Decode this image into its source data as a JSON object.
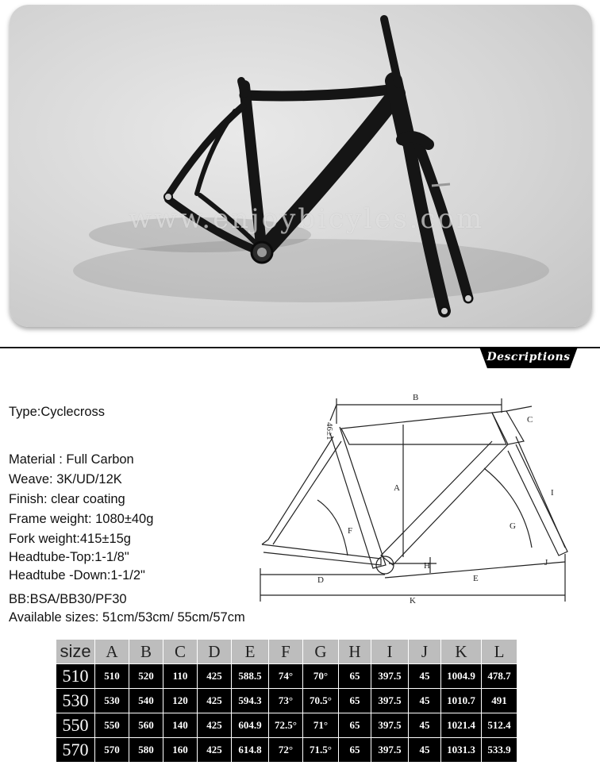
{
  "watermark": "www.enjoybicyles.com",
  "section_tab": "Descriptions",
  "specs": [
    "Type:Cyclecross",
    "Material : Full Carbon",
    "Weave: 3K/UD/12K",
    "Finish: clear coating",
    "Frame weight: 1080±40g",
    "Fork weight:415±15g",
    "Headtube-Top:1-1/8\"",
    "Headtube -Down:1-1/2\"",
    "BB:BSA/BB30/PF30",
    "Available sizes: 51cm/53cm/ 55cm/57cm"
  ],
  "diagram": {
    "labels": {
      "top_offset": "46±1",
      "a": "A",
      "b": "B",
      "c": "C",
      "d": "D",
      "e": "E",
      "f": "F",
      "g": "G",
      "h": "H",
      "i": "I",
      "j": "J",
      "k": "K"
    }
  },
  "table": {
    "headers": [
      "size",
      "A",
      "B",
      "C",
      "D",
      "E",
      "F",
      "G",
      "H",
      "I",
      "J",
      "K",
      "L"
    ],
    "rows": [
      [
        "510",
        "510",
        "520",
        "110",
        "425",
        "588.5",
        "74°",
        "70°",
        "65",
        "397.5",
        "45",
        "1004.9",
        "478.7"
      ],
      [
        "530",
        "530",
        "540",
        "120",
        "425",
        "594.3",
        "73°",
        "70.5°",
        "65",
        "397.5",
        "45",
        "1010.7",
        "491"
      ],
      [
        "550",
        "550",
        "560",
        "140",
        "425",
        "604.9",
        "72.5°",
        "71°",
        "65",
        "397.5",
        "45",
        "1021.4",
        "512.4"
      ],
      [
        "570",
        "570",
        "580",
        "160",
        "425",
        "614.8",
        "72°",
        "71.5°",
        "65",
        "397.5",
        "45",
        "1031.3",
        "533.9"
      ]
    ]
  }
}
